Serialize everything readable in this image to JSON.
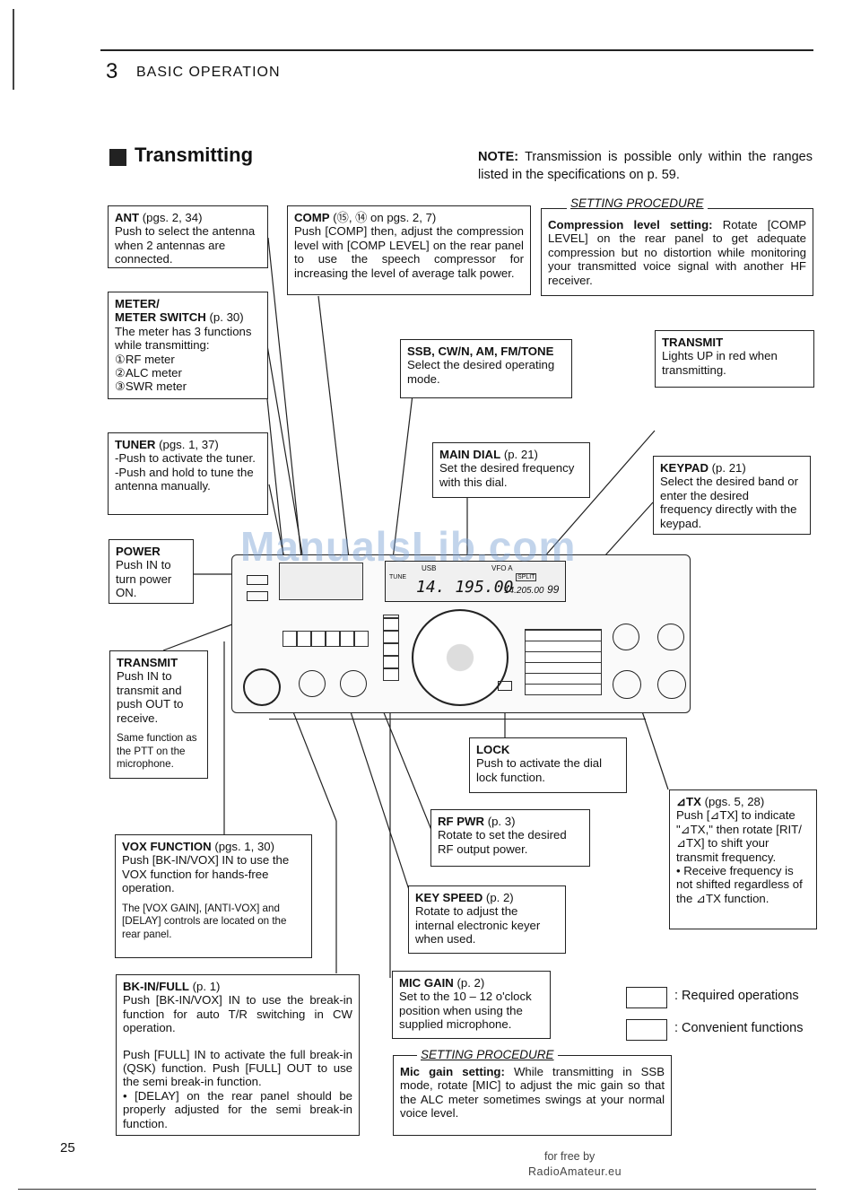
{
  "header": {
    "chapter_number": "3",
    "chapter_title": "BASIC OPERATION"
  },
  "section_title": "Transmitting",
  "note": {
    "label": "NOTE:",
    "text": "Transmission is possible only within the ranges listed in the specifications on p. 59."
  },
  "callouts": {
    "ant": {
      "title": "ANT",
      "ref": "(pgs. 2, 34)",
      "body": "Push to select the antenna when 2 antennas are connected."
    },
    "comp": {
      "title": "COMP",
      "ref": "(⑮, ⑭ on pgs. 2, 7)",
      "body": "Push [COMP] then, adjust the compression level with [COMP LEVEL] on the rear panel to use the speech compressor for increasing the level of average talk power."
    },
    "meter": {
      "title": "METER/",
      "title2": "METER SWITCH",
      "ref": "(p. 30)",
      "body": "The meter has 3 functions while transmitting:",
      "items": [
        "①RF meter",
        "②ALC meter",
        "③SWR meter"
      ]
    },
    "mode": {
      "title": "SSB, CW/N, AM, FM/TONE",
      "body": "Select the desired operating mode."
    },
    "transmit_light": {
      "title": "TRANSMIT",
      "body": "Lights UP in red when transmitting."
    },
    "tuner": {
      "title": "TUNER",
      "ref": "(pgs. 1, 37)",
      "body1": "-Push to activate the tuner.",
      "body2": "-Push and hold to tune the antenna manually."
    },
    "main_dial": {
      "title": "MAIN DIAL",
      "ref": "(p. 21)",
      "body": "Set the desired frequency with this dial."
    },
    "keypad": {
      "title": "KEYPAD",
      "ref": "(p. 21)",
      "body": "Select the desired band or enter the desired frequency directly with the keypad."
    },
    "power": {
      "title": "POWER",
      "body": "Push IN to turn power ON."
    },
    "transmit_switch": {
      "title": "TRANSMIT",
      "body": "Push IN to transmit and push OUT to receive.",
      "note": "Same function as the PTT on the microphone."
    },
    "lock": {
      "title": "LOCK",
      "body": "Push to activate the dial lock function."
    },
    "dtx": {
      "title": "⊿TX",
      "ref": "(pgs. 5, 28)",
      "body": "Push [⊿TX] to indicate \"⊿TX,\" then rotate [RIT/⊿TX] to shift your transmit frequency.",
      "note": "• Receive frequency is not shifted regardless of the ⊿TX function."
    },
    "rf_pwr": {
      "title": "RF PWR",
      "ref": "(p. 3)",
      "body": "Rotate to set the desired RF output power."
    },
    "vox": {
      "title": "VOX FUNCTION",
      "ref": "(pgs. 1, 30)",
      "body": "Push [BK-IN/VOX] IN to use the VOX function for hands-free operation.",
      "note": "The [VOX GAIN], [ANTI-VOX] and [DELAY] controls are located on the rear panel."
    },
    "key_speed": {
      "title": "KEY SPEED",
      "ref": "(p. 2)",
      "body": "Rotate to adjust the internal electronic keyer when used."
    },
    "bkin": {
      "title": "BK-IN/FULL",
      "ref": "(p. 1)",
      "body1": "Push [BK-IN/VOX] IN to use the break-in function for auto T/R switching in CW operation.",
      "body2": "Push [FULL] IN to activate the full break-in (QSK) function. Push [FULL] OUT to use the semi break-in function.",
      "note": "• [DELAY] on the rear panel should be properly adjusted for the semi break-in function."
    },
    "mic_gain": {
      "title": "MIC GAIN",
      "ref": "(p. 2)",
      "body": "Set to the 10 – 12 o'clock position when using the supplied microphone."
    }
  },
  "setting_procedures": {
    "compression": {
      "label": "SETTING PROCEDURE",
      "title": "Compression level setting:",
      "body": "Rotate [COMP LEVEL] on the rear panel to get adequate compression but no distortion while monitoring your transmitted voice signal with another HF receiver."
    },
    "mic_gain": {
      "label": "SETTING PROCEDURE",
      "title": "Mic gain setting:",
      "body": "While transmitting in SSB mode, rotate [MIC] to adjust the mic gain so that the ALC meter sometimes swings at your normal voice level."
    }
  },
  "legend": {
    "required": ": Required operations",
    "convenient": ": Convenient functions"
  },
  "radio": {
    "freq_main": "14. 195.00",
    "freq_sub": "14.205.00",
    "channel": "99",
    "mode": "USB",
    "vfo": "VFO A",
    "split": "SPLIT",
    "tune": "TUNE"
  },
  "watermark": "ManualsLib.com",
  "footer": {
    "page_number": "25",
    "credit1": "for free by",
    "credit2": "RadioAmateur.eu"
  }
}
